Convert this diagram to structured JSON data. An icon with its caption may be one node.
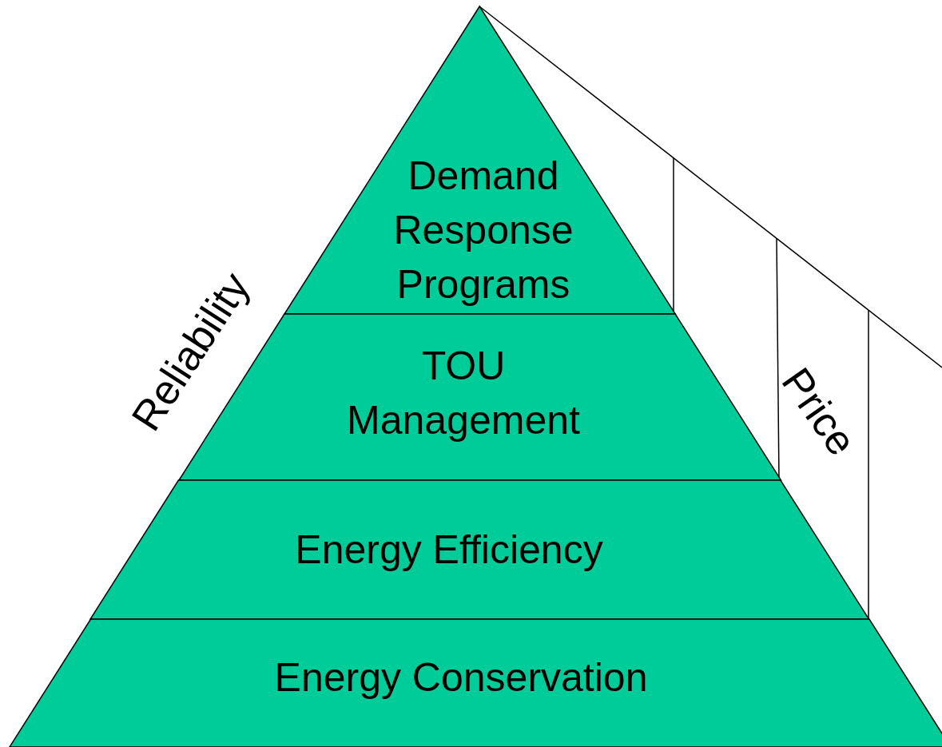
{
  "diagram": {
    "nodes": [
      {
        "text": [
          "Demand Response Programs"
        ]
      },
      {
        "text": [
          "TOU Management"
        ]
      },
      {
        "text": [
          "Energy Efficiency"
        ]
      },
      {
        "text": [
          "Energy Conservation"
        ]
      }
    ],
    "labels": [
      "Reliability",
      "Price"
    ]
  }
}
